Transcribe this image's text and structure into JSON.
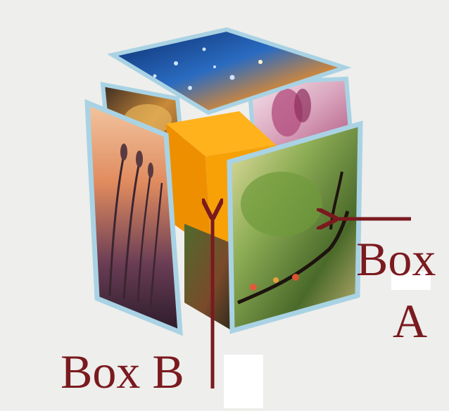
{
  "labels": {
    "box_a_line1": "Box",
    "box_a_line2": "A",
    "box_b": "Box B"
  },
  "colors": {
    "background": "#eeeeec",
    "label_text": "#7a1a1f",
    "arrow": "#7a1a1f",
    "frame_edges": "#a9d3e4",
    "inner_box": "#f7a107",
    "inner_box_top": "#ffb21c",
    "inner_box_side": "#ee8f00"
  },
  "icons": [
    "arrow-left-icon",
    "arrow-up-icon"
  ]
}
